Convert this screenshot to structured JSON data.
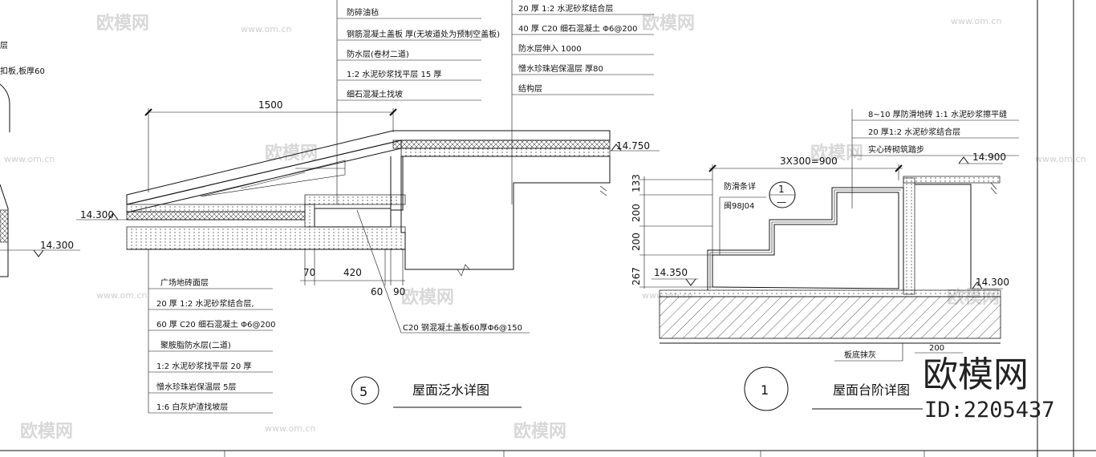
{
  "watermark": {
    "brand": "欧模网",
    "url": "www.om.cn",
    "id_text": "ID:2205437"
  },
  "left_detail": {
    "circle_number": "5",
    "title": "屋面泛水详图",
    "top_dim": "1500",
    "dim_420": "420",
    "dim_70": "70",
    "dim_60": "60",
    "dim_90": "90",
    "elev_1": "14.750",
    "elev_2": "14.300",
    "elev_3": "14.300",
    "top_left_note": "扣板,板厚60",
    "top_left_note2": "层",
    "upper_notes_left": [
      "防碎油毡",
      "钢筋混凝土盖板 厚(无坡道处为预制空盖板)",
      "防水层(卷材二道)",
      "1:2  水泥砂浆找平层   15 厚",
      "细石混凝土找坡"
    ],
    "upper_notes_right": [
      "20  厚 1:2  水泥砂浆结合层",
      "40  厚 C20  细石混凝土 Φ6@200",
      "防水层伸入  1000",
      "憎水珍珠岩保温层 厚80",
      "结构层"
    ],
    "lower_notes": [
      "广场地砖面层",
      "20  厚 1:2   水泥砂浆结合层,",
      "60  厚 C20   细石混凝土 Φ6@200",
      "聚胺脂防水层(二道)",
      "1:2  水泥砂浆找平层   20  厚",
      "憎水珍珠岩保温层   5层",
      "1:6  白灰炉渣找坡层"
    ],
    "slab_note": "C20 钢混凝土盖板60厚Φ6@150"
  },
  "right_detail": {
    "circle_number": "1",
    "title": "屋面台阶详图",
    "ref_top": "1",
    "ref_bottom": "—",
    "dim_top": "3X300=900",
    "dim_133": "133",
    "dim_200a": "200",
    "dim_200b": "200",
    "dim_267": "267",
    "dim_200c": "200",
    "elev_top": "14.900",
    "elev_left": "14.350",
    "elev_right": "14.300",
    "notes": [
      "8~10  厚防滑地砖  1:1  水泥砂浆擦平缝",
      "20  厚1:2  水泥砂浆结合层",
      "实心砖砌筑踏步"
    ],
    "antislip_1": "防滑条详",
    "antislip_2": "闽98J04",
    "bottom_note": "板底抹灰"
  },
  "colors": {
    "line": "#111111",
    "watermark": "#d8d8d8",
    "background": "#ffffff"
  }
}
